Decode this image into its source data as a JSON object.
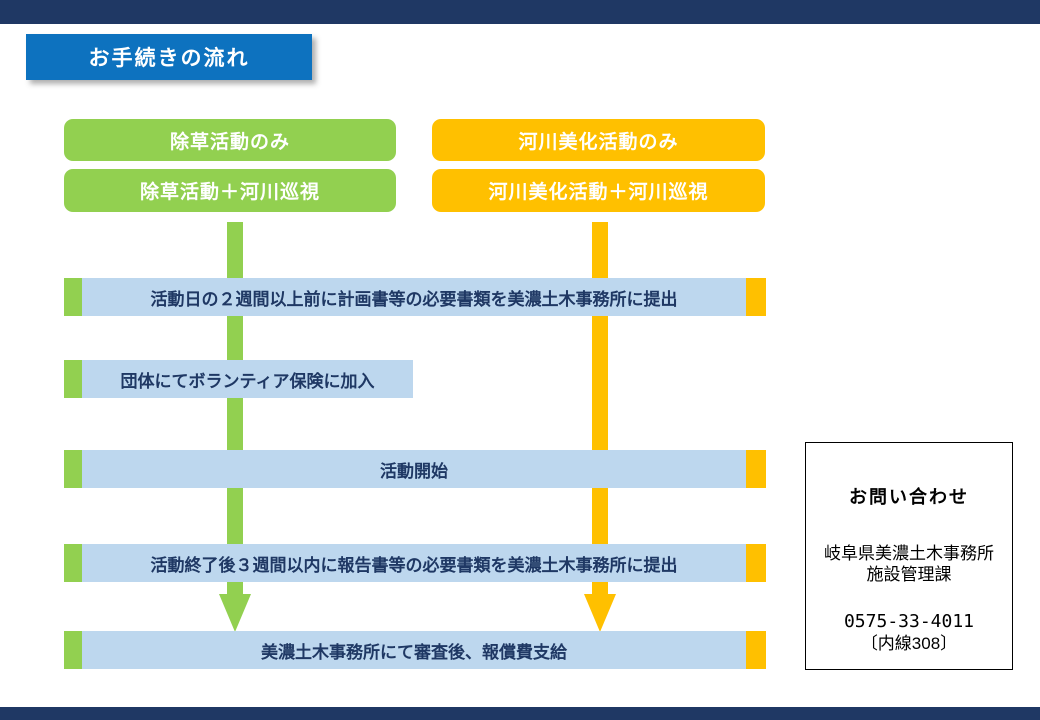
{
  "slide": {
    "title": "お手続きの流れ"
  },
  "category_boxes": {
    "green": [
      "除草活動のみ",
      "除草活動＋河川巡視"
    ],
    "yellow": [
      "河川美化活動のみ",
      "河川美化活動＋河川巡視"
    ]
  },
  "flow_steps": [
    "活動日の２週間以上前に計画書等の必要書類を美濃土木事務所に提出",
    "団体にてボランティア保険に加入",
    "活動開始",
    "活動終了後３週間以内に報告書等の必要書類を美濃土木事務所に提出",
    "美濃土木事務所にて審査後、報償費支給"
  ],
  "contact_box": {
    "heading": "お問い合わせ",
    "office": "岐阜県美濃土木事務所",
    "department": "施設管理課",
    "phone": "0575-33-4011",
    "extension": "〔内線308〕"
  },
  "colors": {
    "header_navy": "#1F3864",
    "title_blue": "#0D72BF",
    "green": "#92D050",
    "yellow": "#FFC000",
    "step_bar_blue": "#BDD7EE",
    "step_text_navy": "#1F3864"
  }
}
